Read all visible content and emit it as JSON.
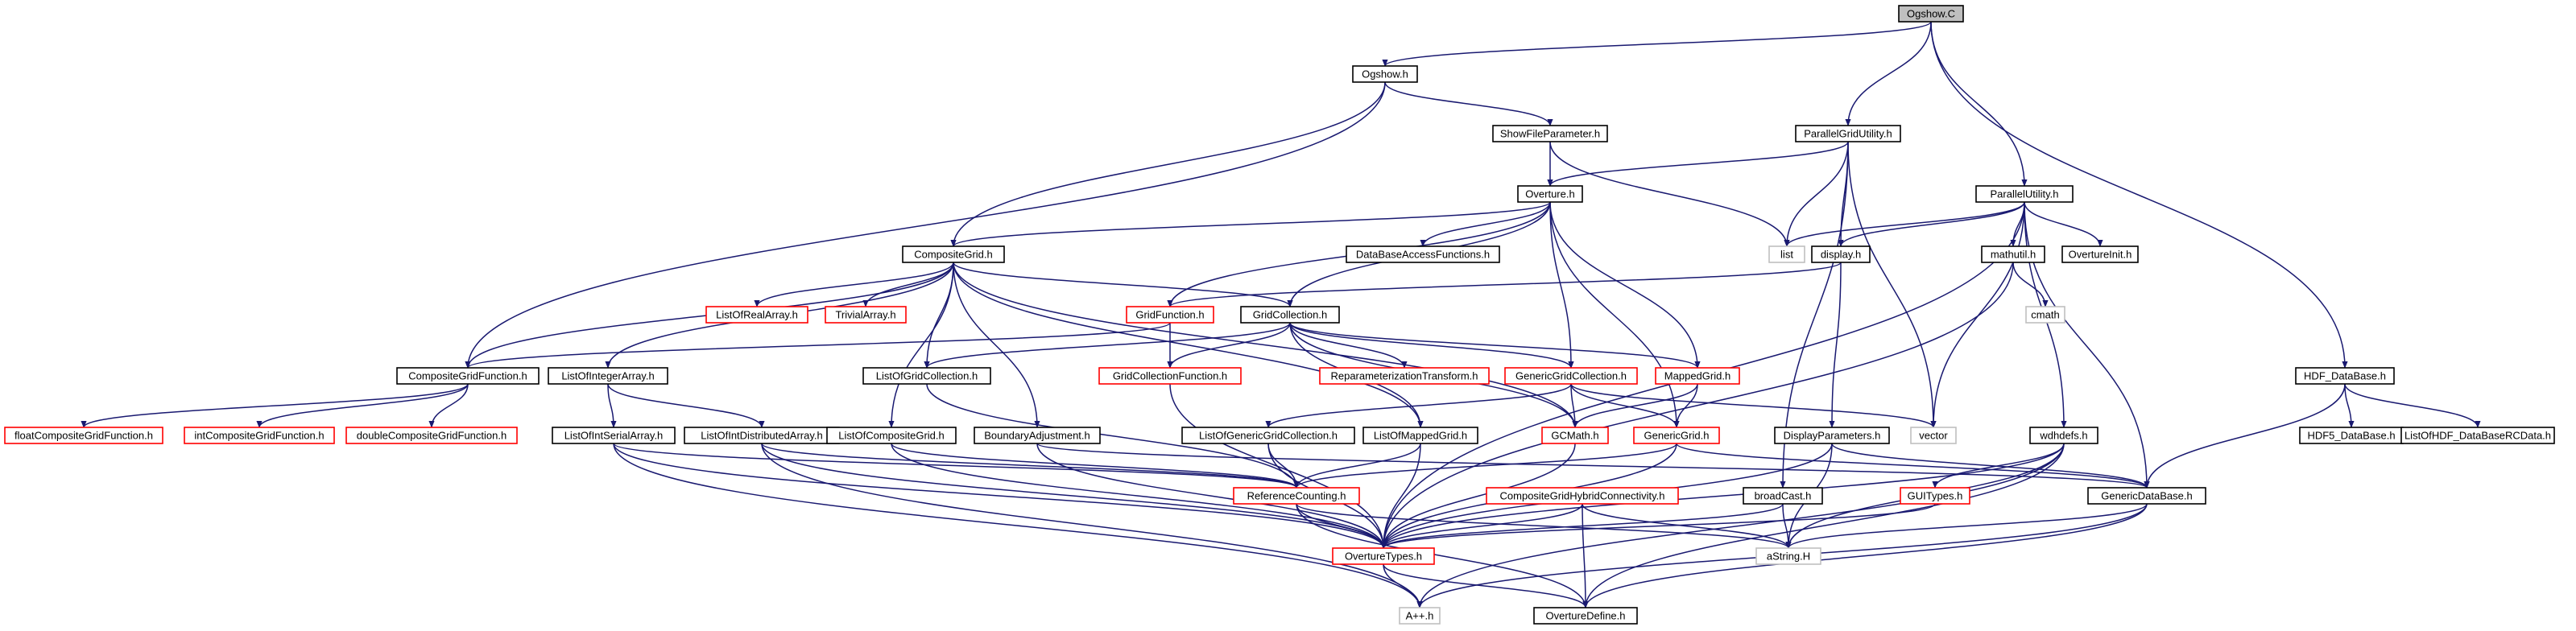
{
  "colors": {
    "edge": "#191970",
    "root_fill": "#bfbfbf",
    "node_fill": "#ffffff",
    "normal_border": "#000000",
    "red_border": "#ff0000",
    "external_border": "#bfbfbf"
  },
  "nodes": [
    {
      "id": "ogshow_c",
      "label": "Ogshow.C",
      "style": "root"
    },
    {
      "id": "ogshow_h",
      "label": "Ogshow.h",
      "style": "normal"
    },
    {
      "id": "pgu",
      "label": "ParallelGridUtility.h",
      "style": "normal"
    },
    {
      "id": "showfile",
      "label": "ShowFileParameter.h",
      "style": "normal"
    },
    {
      "id": "putil",
      "label": "ParallelUtility.h",
      "style": "normal"
    },
    {
      "id": "overture",
      "label": "Overture.h",
      "style": "normal"
    },
    {
      "id": "list",
      "label": "list",
      "style": "external"
    },
    {
      "id": "display",
      "label": "display.h",
      "style": "normal"
    },
    {
      "id": "mathutil",
      "label": "mathutil.h",
      "style": "normal"
    },
    {
      "id": "overtureinit",
      "label": "OvertureInit.h",
      "style": "normal"
    },
    {
      "id": "cmath",
      "label": "cmath",
      "style": "external"
    },
    {
      "id": "compgrid",
      "label": "CompositeGrid.h",
      "style": "normal"
    },
    {
      "id": "dbaf",
      "label": "DataBaseAccessFunctions.h",
      "style": "normal"
    },
    {
      "id": "lora",
      "label": "ListOfRealArray.h",
      "style": "red"
    },
    {
      "id": "trivarr",
      "label": "TrivialArray.h",
      "style": "red"
    },
    {
      "id": "gridfunc",
      "label": "GridFunction.h",
      "style": "red"
    },
    {
      "id": "gridcoll",
      "label": "GridCollection.h",
      "style": "normal"
    },
    {
      "id": "hdf",
      "label": "HDF_DataBase.h",
      "style": "normal"
    },
    {
      "id": "cgf",
      "label": "CompositeGridFunction.h",
      "style": "normal"
    },
    {
      "id": "loia",
      "label": "ListOfIntegerArray.h",
      "style": "normal"
    },
    {
      "id": "logc",
      "label": "ListOfGridCollection.h",
      "style": "normal"
    },
    {
      "id": "gcf",
      "label": "GridCollectionFunction.h",
      "style": "red"
    },
    {
      "id": "reparam",
      "label": "ReparameterizationTransform.h",
      "style": "red"
    },
    {
      "id": "ggc",
      "label": "GenericGridCollection.h",
      "style": "red"
    },
    {
      "id": "mappedgrid",
      "label": "MappedGrid.h",
      "style": "red"
    },
    {
      "id": "float_cgf",
      "label": "floatCompositeGridFunction.h",
      "style": "red"
    },
    {
      "id": "int_cgf",
      "label": "intCompositeGridFunction.h",
      "style": "red"
    },
    {
      "id": "double_cgf",
      "label": "doubleCompositeGridFunction.h",
      "style": "red"
    },
    {
      "id": "loisa",
      "label": "ListOfIntSerialArray.h",
      "style": "normal"
    },
    {
      "id": "loida",
      "label": "ListOfIntDistributedArray.h",
      "style": "normal"
    },
    {
      "id": "locg",
      "label": "ListOfCompositeGrid.h",
      "style": "normal"
    },
    {
      "id": "badj",
      "label": "BoundaryAdjustment.h",
      "style": "normal"
    },
    {
      "id": "loggc",
      "label": "ListOfGenericGridCollection.h",
      "style": "normal"
    },
    {
      "id": "lomg",
      "label": "ListOfMappedGrid.h",
      "style": "normal"
    },
    {
      "id": "gcmath",
      "label": "GCMath.h",
      "style": "red"
    },
    {
      "id": "genericgrid",
      "label": "GenericGrid.h",
      "style": "red"
    },
    {
      "id": "vector",
      "label": "vector",
      "style": "external"
    },
    {
      "id": "dispparam",
      "label": "DisplayParameters.h",
      "style": "normal"
    },
    {
      "id": "wdhdefs",
      "label": "wdhdefs.h",
      "style": "normal"
    },
    {
      "id": "hdf5",
      "label": "HDF5_DataBase.h",
      "style": "normal"
    },
    {
      "id": "lohdf",
      "label": "ListOfHDF_DataBaseRCData.h",
      "style": "normal"
    },
    {
      "id": "refcount",
      "label": "ReferenceCounting.h",
      "style": "red"
    },
    {
      "id": "cghc",
      "label": "CompositeGridHybridConnectivity.h",
      "style": "red"
    },
    {
      "id": "broadcast",
      "label": "broadCast.h",
      "style": "normal"
    },
    {
      "id": "guitypes",
      "label": "GUITypes.h",
      "style": "red"
    },
    {
      "id": "gdb",
      "label": "GenericDataBase.h",
      "style": "normal"
    },
    {
      "id": "ovtypes",
      "label": "OvertureTypes.h",
      "style": "red"
    },
    {
      "id": "astring",
      "label": "aString.H",
      "style": "external"
    },
    {
      "id": "aplusplus",
      "label": "A++.h",
      "style": "external"
    },
    {
      "id": "ovdefine",
      "label": "OvertureDefine.h",
      "style": "normal"
    }
  ]
}
